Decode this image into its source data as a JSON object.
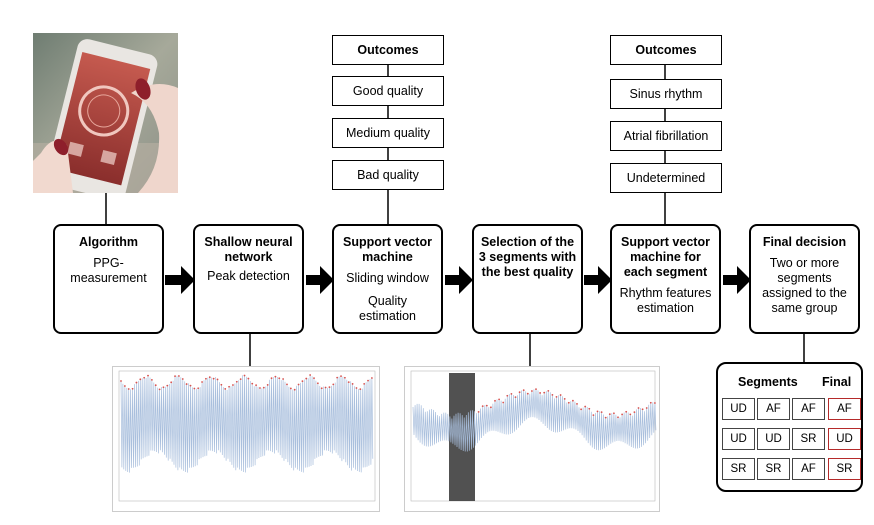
{
  "steps": [
    {
      "title": "Algorithm",
      "text": [
        "PPG-",
        "measurement"
      ]
    },
    {
      "title": "Shallow neural network",
      "text": [
        "Peak detection"
      ]
    },
    {
      "title": "Support vector machine",
      "text": [
        "Sliding window",
        "Quality estimation"
      ]
    },
    {
      "title": "Selection of the 3 segments with the best quality",
      "text": []
    },
    {
      "title": "Support vector machine for each segment",
      "text": [
        "Rhythm features estimation"
      ]
    },
    {
      "title": "Final decision",
      "text": [
        "Two or more segments assigned to the same group"
      ]
    }
  ],
  "outcomes_quality": {
    "header": "Outcomes",
    "items": [
      "Good quality",
      "Medium quality",
      "Bad quality"
    ]
  },
  "outcomes_rhythm": {
    "header": "Outcomes",
    "items": [
      "Sinus rhythm",
      "Atrial fibrillation",
      "Undetermined"
    ]
  },
  "segments_table": {
    "col_segments": "Segments",
    "col_final": "Final",
    "rows": [
      {
        "segments": [
          "UD",
          "AF",
          "AF"
        ],
        "final": "AF"
      },
      {
        "segments": [
          "UD",
          "UD",
          "SR"
        ],
        "final": "UD"
      },
      {
        "segments": [
          "SR",
          "SR",
          "AF"
        ],
        "final": "SR"
      }
    ]
  },
  "colors": {
    "signal": "#a9bfdd",
    "peaks": "#d9534f",
    "highlight": "#333333",
    "final_border": "#b52a2a"
  },
  "icons": {
    "photo": "smartphone-in-hand-icon",
    "arrow": "right-arrow-icon"
  }
}
